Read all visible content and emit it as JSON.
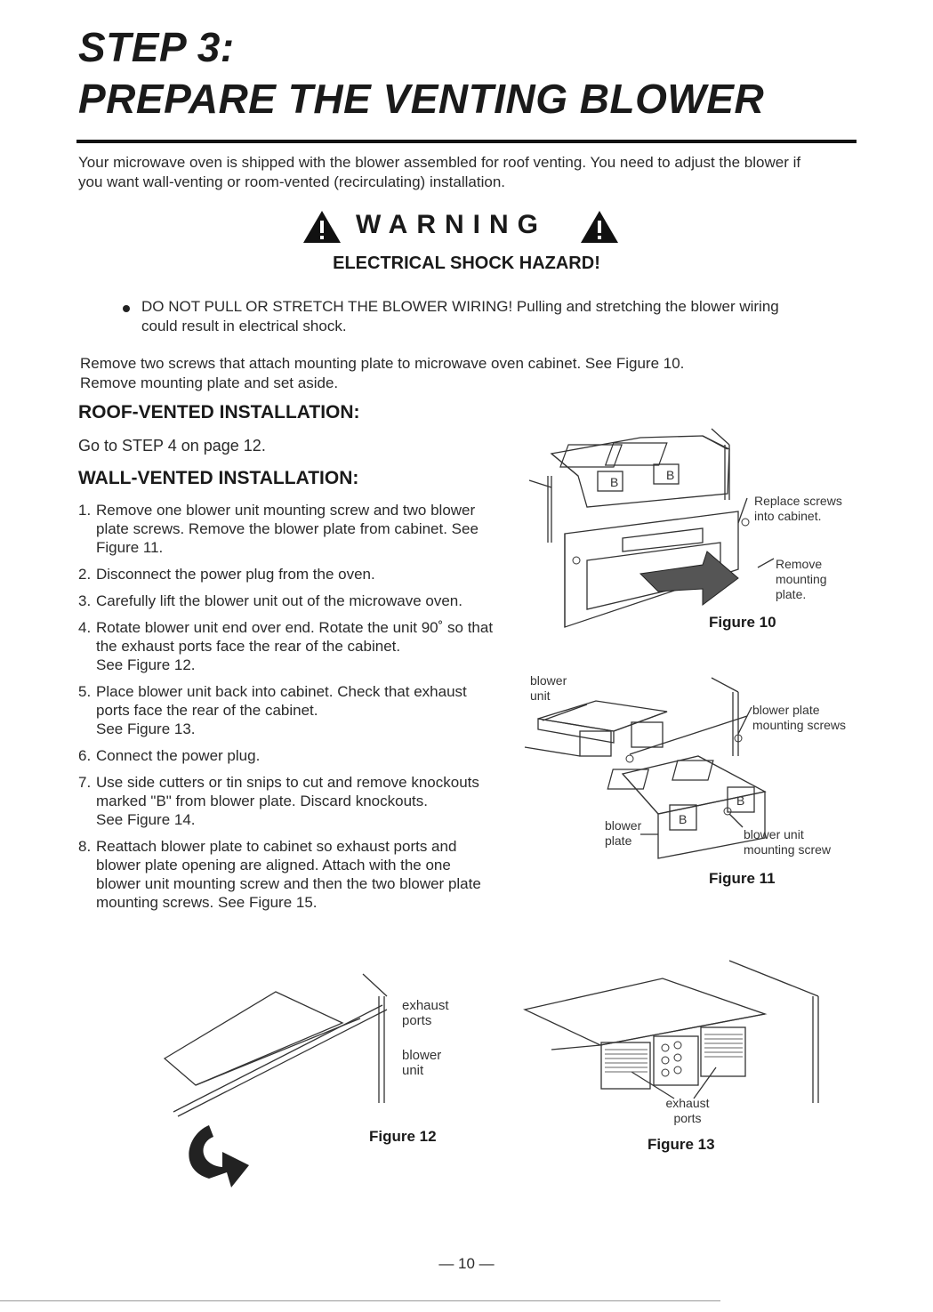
{
  "header": {
    "step": "STEP 3:",
    "title": "PREPARE THE VENTING BLOWER"
  },
  "intro": {
    "line1": "Your microwave oven is shipped with the blower assembled for roof venting. You need to adjust the blower   if",
    "line2": "you want wall-venting or room-vented (recirculating) installation."
  },
  "warning": {
    "word": "WARNING",
    "subtitle": "ELECTRICAL SHOCK HAZARD!",
    "bullet_line1": "DO NOT PULL OR STRETCH THE BLOWER WIRING! Pulling and stretching the blower wiring",
    "bullet_line2": "could result in electrical shock."
  },
  "remove": {
    "line1": "Remove two screws that attach mounting plate to microwave oven cabinet. See Figure 10.",
    "line2": "Remove mounting plate and set aside."
  },
  "roof": {
    "heading": "ROOF-VENTED INSTALLATION:",
    "text": "Go to STEP 4 on page 12."
  },
  "wall": {
    "heading": "WALL-VENTED INSTALLATION:",
    "steps": [
      {
        "num": "1.",
        "lines": [
          "Remove one blower unit mounting screw and two blower",
          "plate screws. Remove the blower plate from cabinet. See",
          "Figure 11."
        ]
      },
      {
        "num": "2.",
        "lines": [
          "Disconnect the power plug from the oven."
        ]
      },
      {
        "num": "3.",
        "lines": [
          "Carefully lift the blower unit out of the microwave oven."
        ]
      },
      {
        "num": "4.",
        "lines": [
          "Rotate blower unit end over end. Rotate the unit 90˚ so that",
          "the exhaust ports face the rear of the cabinet.",
          "See Figure 12."
        ]
      },
      {
        "num": "5.",
        "lines": [
          "Place blower unit back into cabinet. Check that exhaust",
          "ports face the rear of the cabinet.",
          "See Figure 13."
        ]
      },
      {
        "num": "6.",
        "lines": [
          "Connect the power plug."
        ]
      },
      {
        "num": "7.",
        "lines": [
          "Use side cutters or tin snips to cut and remove knockouts",
          "marked \"B\" from blower plate. Discard knockouts.",
          "See Figure 14."
        ]
      },
      {
        "num": "8.",
        "lines": [
          "Reattach blower plate to cabinet so exhaust ports and",
          "blower plate opening are aligned. Attach with the one",
          "blower unit mounting screw and then the two blower plate",
          "mounting screws. See Figure 15."
        ]
      }
    ]
  },
  "fig10": {
    "caption": "Figure 10",
    "label_screws_1": "Replace screws",
    "label_screws_2": "into cabinet.",
    "label_remove_1": "Remove",
    "label_remove_2": "mounting",
    "label_remove_3": "plate.",
    "knockout": "B"
  },
  "fig11": {
    "caption": "Figure 11",
    "label_blower_1": "blower",
    "label_blower_2": "unit",
    "label_plate_screws_1": "blower plate",
    "label_plate_screws_2": "mounting screws",
    "label_plate_1": "blower",
    "label_plate_2": "plate",
    "label_unit_screw_1": "blower unit",
    "label_unit_screw_2": "mounting screw",
    "knockout": "B"
  },
  "fig12": {
    "caption": "Figure 12",
    "label_exhaust_1": "exhaust",
    "label_exhaust_2": "ports",
    "label_blower_1": "blower",
    "label_blower_2": "unit"
  },
  "fig13": {
    "caption": "Figure 13",
    "label_exhaust_1": "exhaust",
    "label_exhaust_2": "ports"
  },
  "footer": {
    "page": "— 10 —"
  }
}
